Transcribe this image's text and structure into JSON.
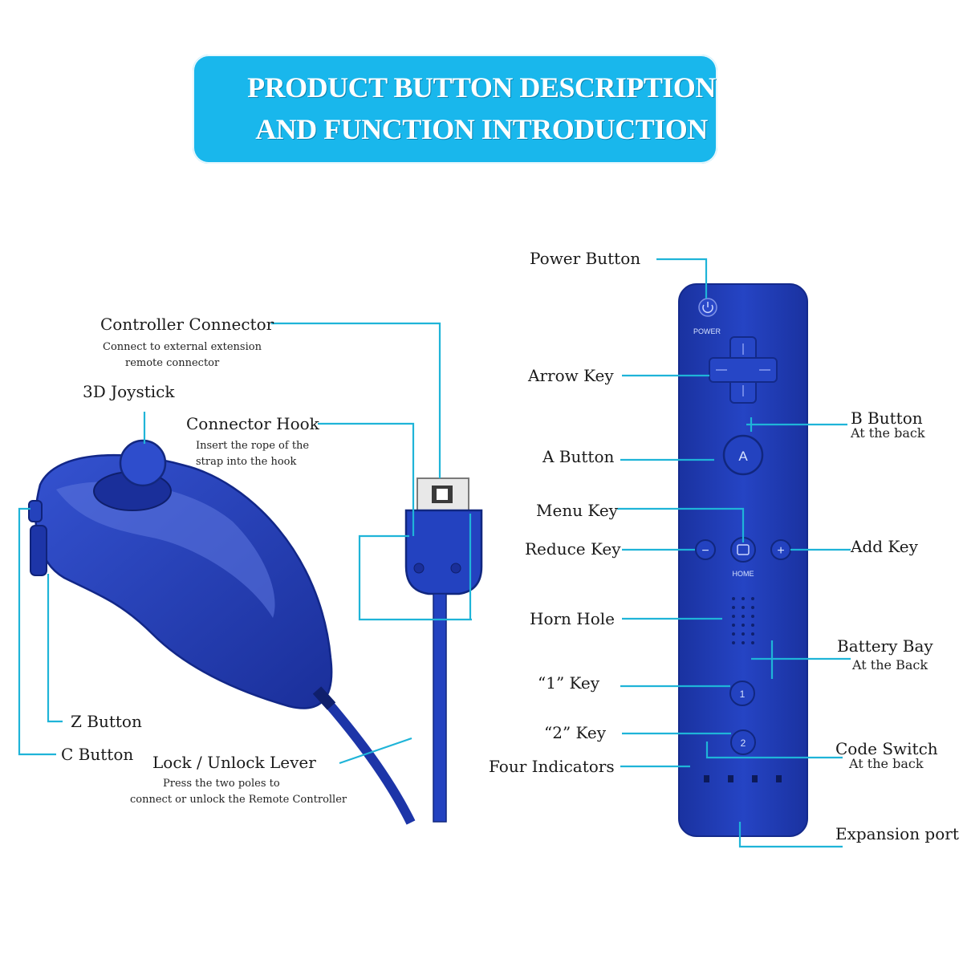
{
  "banner": {
    "line1": "PRODUCT BUTTON DESCRIPTION",
    "line2": "AND FUNCTION INTRODUCTION",
    "color": "#19b7ec"
  },
  "colors": {
    "leader": "#1fb4d8",
    "controller": "#1f3bb0",
    "controller_dark": "#14278a"
  },
  "nunchuk": {
    "controller_connector": {
      "label": "Controller Connector",
      "note_line1": "Connect to external extension",
      "note_line2": "remote connector"
    },
    "joystick": {
      "label": "3D Joystick"
    },
    "connector_hook": {
      "label": "Connector Hook",
      "note_line1": "Insert the rope of the",
      "note_line2": "strap into the hook"
    },
    "z_button": {
      "label": "Z Button"
    },
    "c_button": {
      "label": "C Button"
    },
    "lock_lever": {
      "label": "Lock / Unlock Lever",
      "note_line1": "Press the two poles to",
      "note_line2": "connect or unlock the Remote Controller"
    }
  },
  "remote": {
    "power_button": {
      "label": "Power Button"
    },
    "arrow_key": {
      "label": "Arrow Key"
    },
    "b_button": {
      "label": "B Button",
      "note": "At the back"
    },
    "a_button": {
      "label": "A Button"
    },
    "menu_key": {
      "label": "Menu Key"
    },
    "reduce_key": {
      "label": "Reduce Key"
    },
    "add_key": {
      "label": "Add Key"
    },
    "horn_hole": {
      "label": "Horn Hole"
    },
    "battery_bay": {
      "label": "Battery Bay",
      "note": "At the Back"
    },
    "key_1": {
      "label": "“1”  Key"
    },
    "key_2": {
      "label": "“2” Key"
    },
    "code_switch": {
      "label": "Code Switch",
      "note": "At the back"
    },
    "four_indicators": {
      "label": "Four Indicators"
    },
    "expansion_port": {
      "label": "Expansion port"
    },
    "printed": {
      "power": "POWER",
      "home": "HOME",
      "a": "A",
      "one": "1",
      "two": "2",
      "minus": "−",
      "plus": "+"
    }
  }
}
